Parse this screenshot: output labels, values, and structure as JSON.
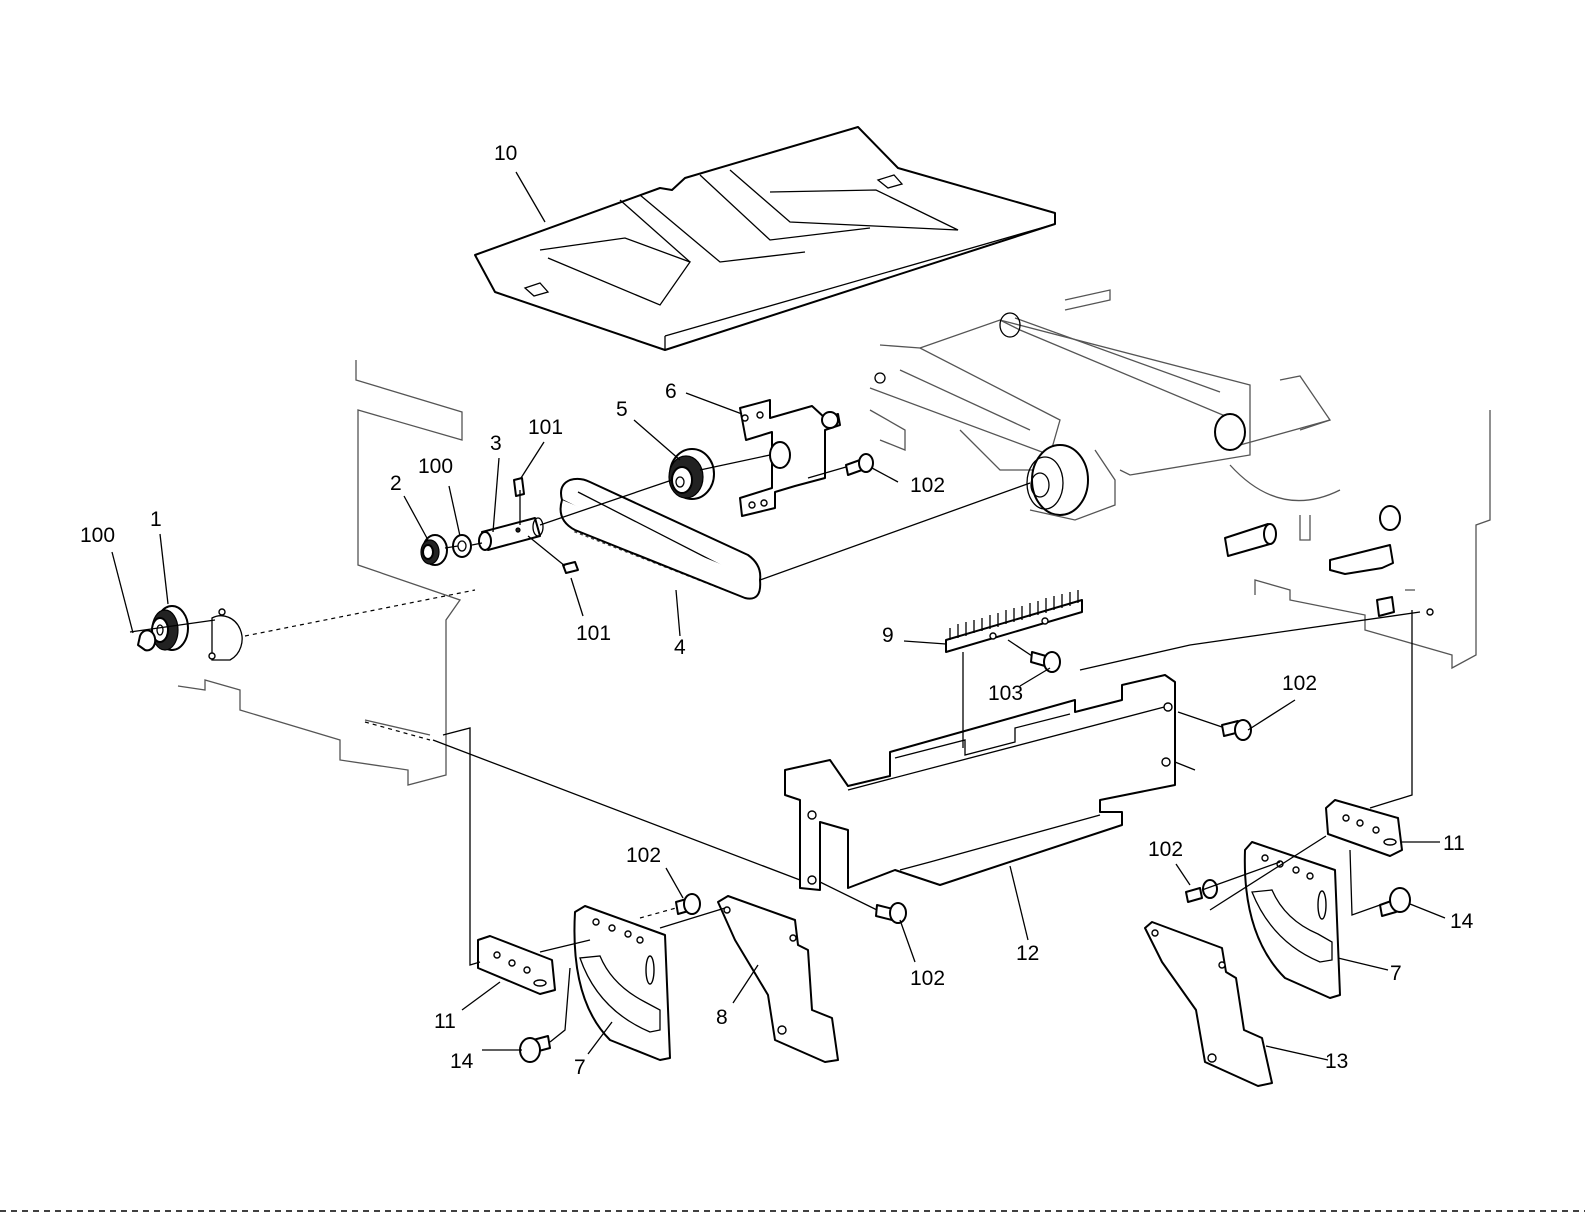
{
  "callouts": {
    "c1": "1",
    "c2": "2",
    "c3": "3",
    "c4": "4",
    "c5": "5",
    "c6": "6",
    "c7a": "7",
    "c7b": "7",
    "c8": "8",
    "c9": "9",
    "c10": "10",
    "c11a": "11",
    "c11b": "11",
    "c12": "12",
    "c13": "13",
    "c14a": "14",
    "c14b": "14",
    "c100a": "100",
    "c100b": "100",
    "c101a": "101",
    "c101b": "101",
    "c102a": "102",
    "c102b": "102",
    "c102c": "102",
    "c102d": "102",
    "c102e": "102",
    "c103": "103"
  }
}
